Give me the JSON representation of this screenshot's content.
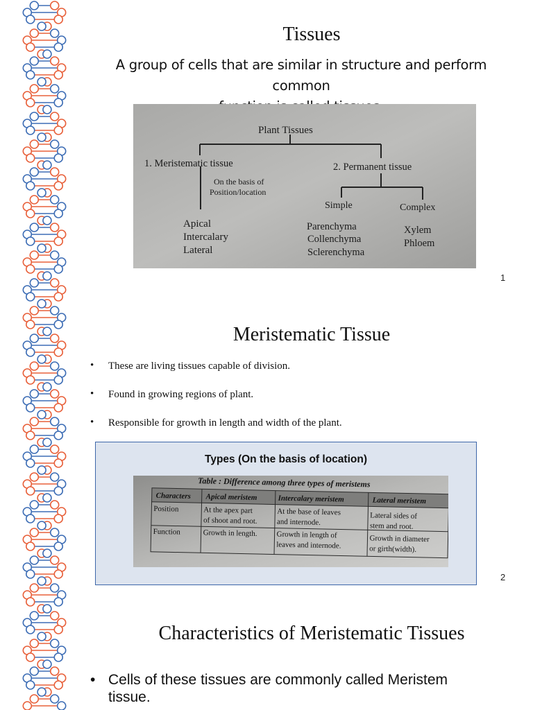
{
  "slide1": {
    "title": "Tissues",
    "subtitle_line1": "A group of cells that are similar in structure and perform common",
    "subtitle_line2": "function is called tissues.",
    "page_number": "1",
    "diagram": {
      "root": "Plant Tissues",
      "branch1": "1. Meristematic tissue",
      "branch1_note_line1": "On the basis of",
      "branch1_note_line2": "Position/location",
      "branch1_children": [
        "Apical",
        "Intercalary",
        "Lateral"
      ],
      "branch2": "2. Permanent tissue",
      "simple": "Simple",
      "simple_children": [
        "Parenchyma",
        "Collenchyma",
        "Sclerenchyma"
      ],
      "complex": "Complex",
      "complex_children": [
        "Xylem",
        "Phloem"
      ]
    }
  },
  "slide2": {
    "title": "Meristematic Tissue",
    "bullets": [
      "These are living tissues capable of division.",
      "Found in growing regions of plant.",
      "Responsible for growth in length and width of the plant."
    ],
    "types_title": "Types (On the basis of location)",
    "table_caption": "Table : Difference among three types of meristems",
    "table_headers": [
      "Characters",
      "Apical meristem",
      "Intercalary meristem",
      "Lateral meristem"
    ],
    "table_rows": [
      [
        "Position",
        "At the apex part",
        "of shoot and root.",
        "At the base of leaves",
        "and internode.",
        "Lateral sides of",
        "stem and root."
      ],
      [
        "Function",
        "Growth in length.",
        "",
        "Growth in length of",
        "leaves and internode.",
        "Growth in diameter",
        "or girth(width)."
      ]
    ],
    "page_number": "2"
  },
  "slide3": {
    "title": "Characteristics of Meristematic Tissues",
    "bullet_line1": "Cells of these tissues are commonly called Meristem",
    "bullet_line2": "tissue."
  }
}
